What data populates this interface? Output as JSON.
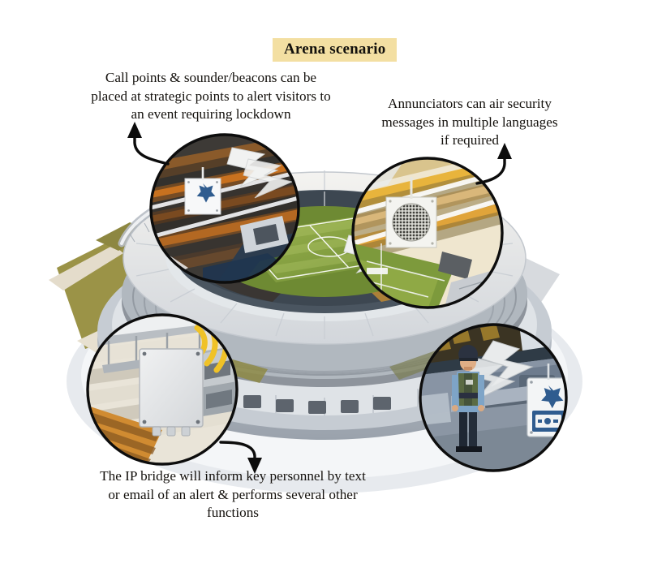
{
  "page": {
    "background_color": "#ffffff",
    "title_text_color": "#12100c",
    "body_text_color": "#14110d"
  },
  "banner": {
    "label": "Arena scenario",
    "background_color": "#f3dfa2"
  },
  "callouts": [
    {
      "id": "call-points",
      "text": "Call points & sounder/beacons can be placed at strategic points to alert visitors to an event requiring lockdown",
      "line1": "Call points & sounder/beacons can be",
      "line2": "placed at strategic points to alert visitors to",
      "line3": "an event requiring lockdown",
      "arrow": "curved-arrow-up-left"
    },
    {
      "id": "annunciators",
      "text": "Annunciators can air security messages in multiple languages if required",
      "line1": "Annunciators can air security",
      "line2": "messages in multiple languages",
      "line3": "if required",
      "arrow": "curved-arrow-up"
    },
    {
      "id": "ip-bridge",
      "text": "The IP bridge will inform key personnel by text or email of an alert & performs several other functions",
      "line1": "The IP bridge will inform key personnel by text",
      "line2": "or email of an alert & performs several other",
      "line3": "functions",
      "arrow": "curved-arrow-down-right"
    }
  ],
  "scene": {
    "name": "isometric-stadium-illustration",
    "field_color": "#7f9a3c",
    "field_stripe_color": "#93ad48",
    "roof_color": "#e9e7e2",
    "concourse_color": "#b9bdc4",
    "grounds_color": "#9b9347",
    "path_color": "#e4dccb",
    "shadow_color": "#cdd2d8"
  },
  "insets": [
    {
      "id": "inset-call-point",
      "device": "call-point-beacon",
      "device_color": "#2e5b8e",
      "plate_color": "#f6f7f8",
      "signal": "white-lightning-bolts",
      "backdrop": "stadium-stand-dark-seating"
    },
    {
      "id": "inset-annunciator",
      "device": "annunciator-speaker",
      "device_color": "#f3f3ef",
      "grille_color": "#4c4c46",
      "signal": "white-lightning-bolts",
      "backdrop": "stadium-stand-golden-seating"
    },
    {
      "id": "inset-ip-bridge",
      "device": "ip-bridge-enclosure",
      "device_color": "#e2e4e6",
      "signal": "wifi-arcs",
      "signal_color": "#f0c227",
      "backdrop": "stadium-concourse-with-seats"
    },
    {
      "id": "inset-security-guard",
      "device": "sounder-beacon-handheld",
      "device_color": "#2e5b8e",
      "signal": "white-lightning-bolts",
      "backdrop": "stadium-service-corridor",
      "figure": "security-guard"
    }
  ]
}
